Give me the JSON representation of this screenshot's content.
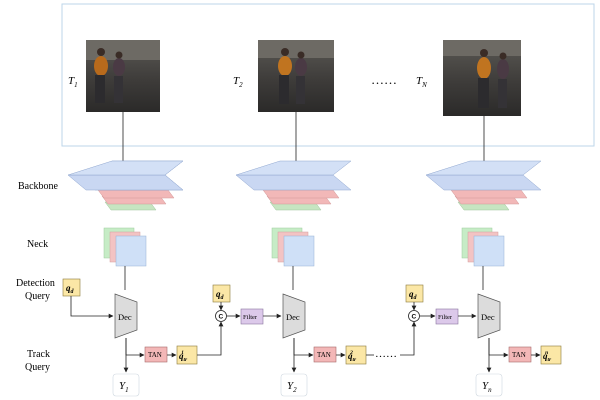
{
  "frames": {
    "t1_label": "T",
    "t1_sub": "1",
    "t2_label": "T",
    "t2_sub": "2",
    "tn_label": "T",
    "tn_sub": "N",
    "ellipsis": "……"
  },
  "row_labels": {
    "backbone": "Backbone",
    "neck": "Neck",
    "detection_line1": "Detection",
    "detection_line2": "Query",
    "track_line1": "Track",
    "track_line2": "Query"
  },
  "blocks": {
    "qd": "q",
    "qd_sub": "d",
    "dec": "Dec",
    "tan": "TAN",
    "filter": "Filter",
    "concat": "C",
    "qtr": "q",
    "qtr_sub": "tr",
    "qtr_sup_1": "1",
    "qtr_sup_2": "2",
    "qtr_sup_n": "n",
    "ellipsis": "……"
  },
  "outputs": {
    "y": "Y",
    "y1_sub": "1",
    "y2_sub": "2",
    "yn_sub": "n"
  },
  "colors": {
    "backbone_blue": "#c9d7f2",
    "backbone_red": "#f2b8b8",
    "backbone_green": "#c6e5c1",
    "neck_blue": "#cfe0f7",
    "neck_red": "#f3c3c3",
    "neck_green": "#c6ecc6",
    "query_yellow": "#fbe7a6",
    "tan_red": "#f3b7b7",
    "filter_purple": "#dcc9ea",
    "frame_border": "#bcd6ea",
    "dec_gray": "#dcdcdc"
  }
}
